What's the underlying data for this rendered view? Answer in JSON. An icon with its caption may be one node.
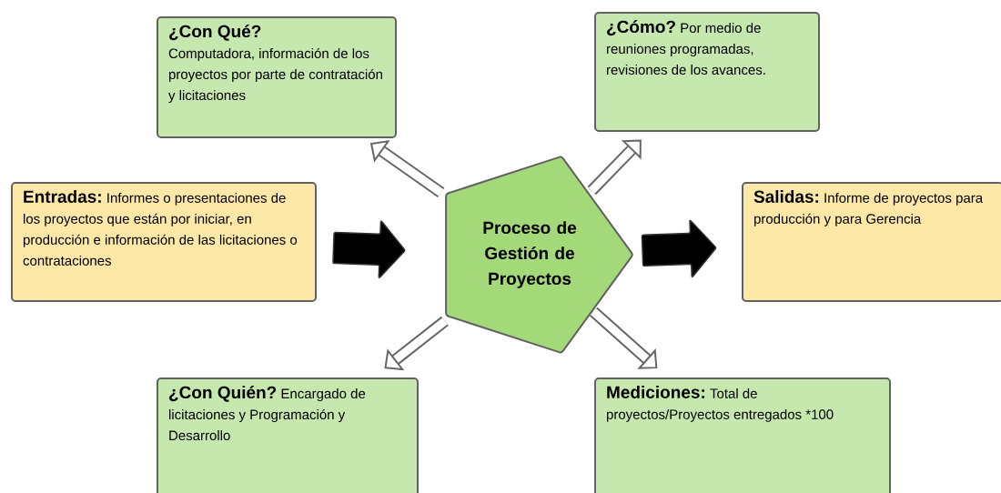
{
  "diagram": {
    "nodes": [
      {
        "text": [
          "¿Con Qué?",
          "Computadora, información de los proyectos por parte de contratación y licitaciones"
        ]
      },
      {
        "text": [
          "¿Cómo?",
          "Por medio de reuniones programadas, revisiones de los avances."
        ]
      },
      {
        "text": [
          "Entradas:",
          "Informes o presentaciones de los proyectos que están por iniciar, en producción e información de las licitaciones o contrataciones"
        ]
      },
      {
        "text": [
          "Proceso de Gestión de Proyectos"
        ]
      },
      {
        "text": [
          "Salidas:",
          "Informe de proyectos para producción y para Gerencia"
        ]
      },
      {
        "text": [
          "¿Con Quién?",
          "Encargado de licitaciones y Programación y Desarrollo"
        ]
      },
      {
        "text": [
          "Mediciones:",
          "Total de proyectos/Proyectos entregados *100"
        ]
      }
    ],
    "edges": [
      {
        "from": 2,
        "to": 3,
        "arrow": "to",
        "style": "thick"
      },
      {
        "from": 3,
        "to": 4,
        "arrow": "to",
        "style": "thick"
      },
      {
        "from": 3,
        "to": 0,
        "arrow": "to"
      },
      {
        "from": 3,
        "to": 1,
        "arrow": "to"
      },
      {
        "from": 3,
        "to": 5,
        "arrow": "to"
      },
      {
        "from": 3,
        "to": 6,
        "arrow": "to"
      }
    ]
  }
}
